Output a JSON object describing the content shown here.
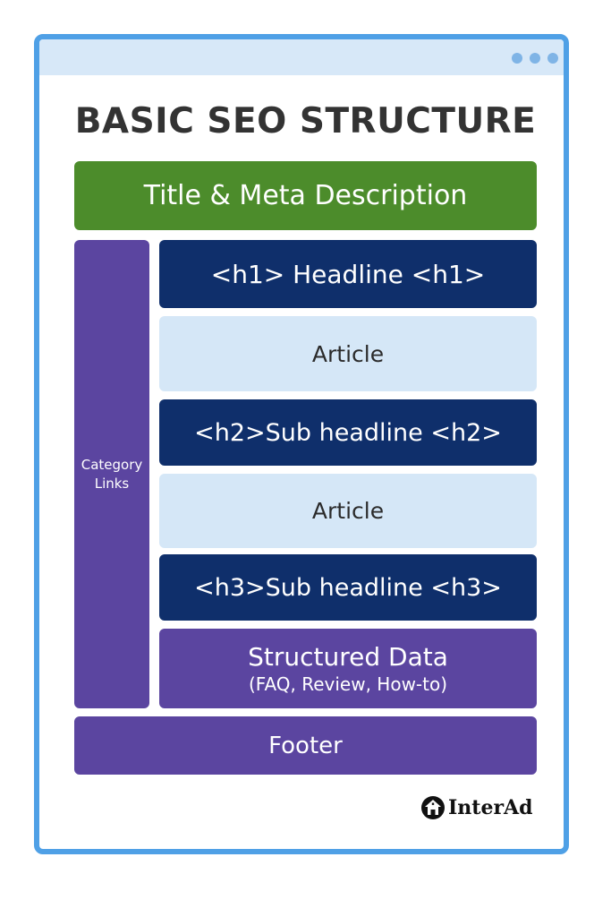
{
  "diagram": {
    "title": "BASIC SEO STRUCTURE",
    "blocks": {
      "title_meta": "Title & Meta Description",
      "category_links": "Category\nLinks",
      "h1": "<h1> Headline <h1>",
      "article_1": "Article",
      "h2": "<h2>Sub headline <h2>",
      "article_2": "Article",
      "h3": "<h3>Sub headline <h3>",
      "structured_data": "Structured Data",
      "structured_data_examples": "(FAQ, Review, How-to)",
      "footer": "Footer"
    }
  },
  "brand": {
    "logo_text": "InterAd",
    "logo_icon": "house-circle-icon"
  },
  "colors": {
    "window_border": "#4fa0e6",
    "titlebar": "#d7e8f8",
    "green": "#4c8c2b",
    "navy": "#0f2f6b",
    "light_blue": "#d5e7f7",
    "purple": "#5b45a0"
  }
}
